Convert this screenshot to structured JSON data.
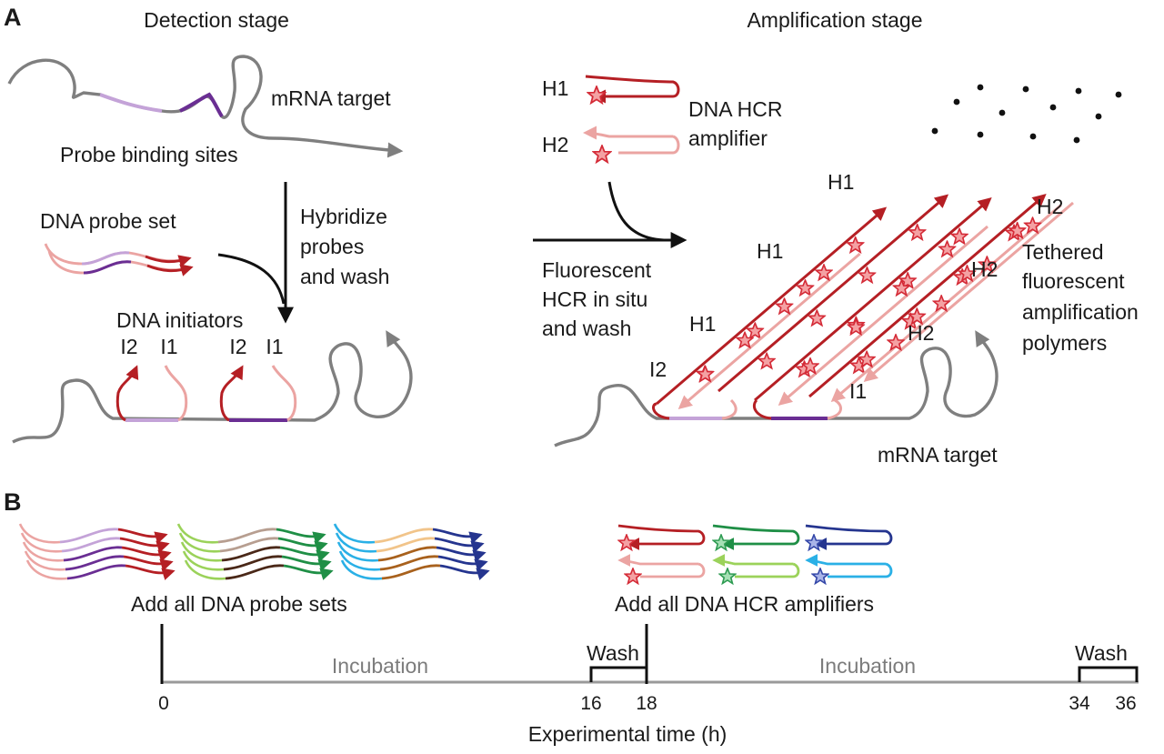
{
  "panel_a": {
    "letter": "A",
    "detection": {
      "title": "Detection stage",
      "mrna_target": "mRNA target",
      "probe_binding_sites": "Probe binding sites",
      "probe_set": "DNA probe set",
      "step_label": [
        "Hybridize",
        "probes",
        "and wash"
      ],
      "initiators": "DNA initiators",
      "initiator_labels": [
        "I2",
        "I1",
        "I2",
        "I1"
      ]
    },
    "amplification": {
      "title": "Amplification stage",
      "hairpin_h1": "H1",
      "hairpin_h2": "H2",
      "amplifier": [
        "DNA HCR",
        "amplifier"
      ],
      "step_label": [
        "Fluorescent",
        "HCR in situ",
        "and wash"
      ],
      "polymer_labels_h1": [
        "H1",
        "H1",
        "H1"
      ],
      "polymer_labels_h2": [
        "H2",
        "H2",
        "H2"
      ],
      "initiator_labels": [
        "I2",
        "I1"
      ],
      "polymers": [
        "Tethered",
        "fluorescent",
        "amplification",
        "polymers"
      ],
      "mrna_target": "mRNA target"
    }
  },
  "panel_b": {
    "letter": "B",
    "probe_sets": "Add all DNA probe sets",
    "amplifiers": "Add all DNA HCR amplifiers",
    "incubation_1": "Incubation",
    "incubation_2": "Incubation",
    "wash_1": "Wash",
    "wash_2": "Wash",
    "ticks": [
      "0",
      "16",
      "18",
      "34",
      "36"
    ],
    "axis_label": "Experimental time (h)"
  },
  "colors": {
    "mrna": "#7f7f7f",
    "site_light": "#c4a3d8",
    "site_dark": "#6a2e93",
    "initiator_dark": "#b51f24",
    "initiator_light": "#eba4a2",
    "green_dark": "#1f8f46",
    "green_light": "#9bd25a",
    "brown_dark": "#4a2818",
    "brown_light": "#b79e90",
    "blue_dark": "#25358f",
    "blue_light": "#2ab0e6",
    "orange_light": "#f1c48a",
    "orange_dark": "#a8611d"
  }
}
